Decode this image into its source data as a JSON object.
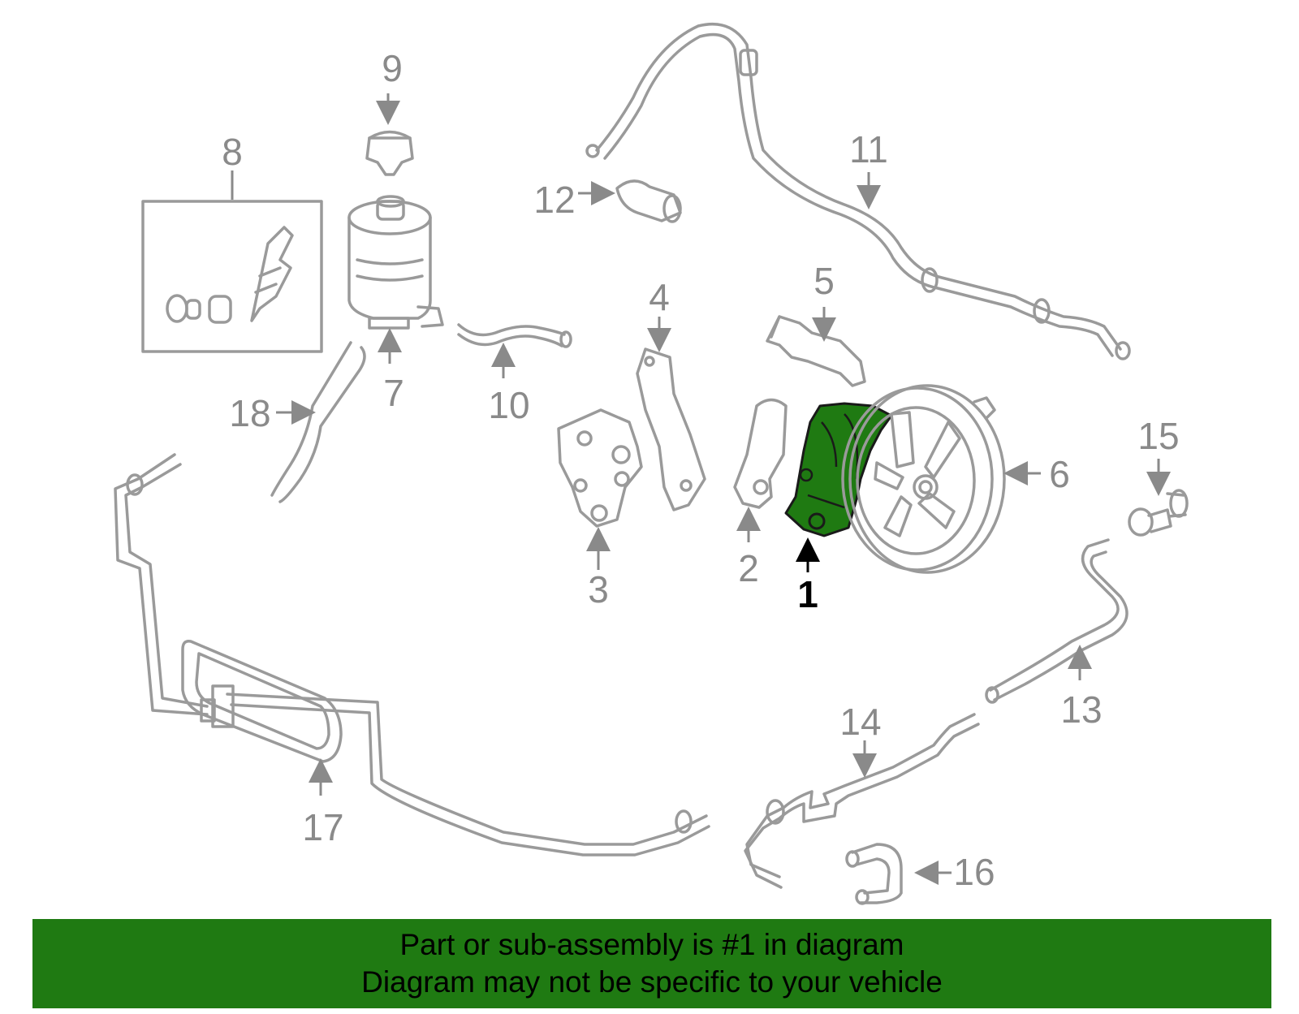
{
  "callouts": {
    "c1": "1",
    "c2": "2",
    "c3": "3",
    "c4": "4",
    "c5": "5",
    "c6": "6",
    "c7": "7",
    "c8": "8",
    "c9": "9",
    "c10": "10",
    "c11": "11",
    "c12": "12",
    "c13": "13",
    "c14": "14",
    "c15": "15",
    "c16": "16",
    "c17": "17",
    "c18": "18"
  },
  "highlight_part": "1",
  "colors": {
    "highlight_fill": "#1f7a12",
    "line_art": "#9a9a9a",
    "banner_bg": "#1f7a12"
  },
  "banner": {
    "line1": "Part or sub-assembly is #1 in diagram",
    "line2": "Diagram may not be specific to your vehicle"
  }
}
